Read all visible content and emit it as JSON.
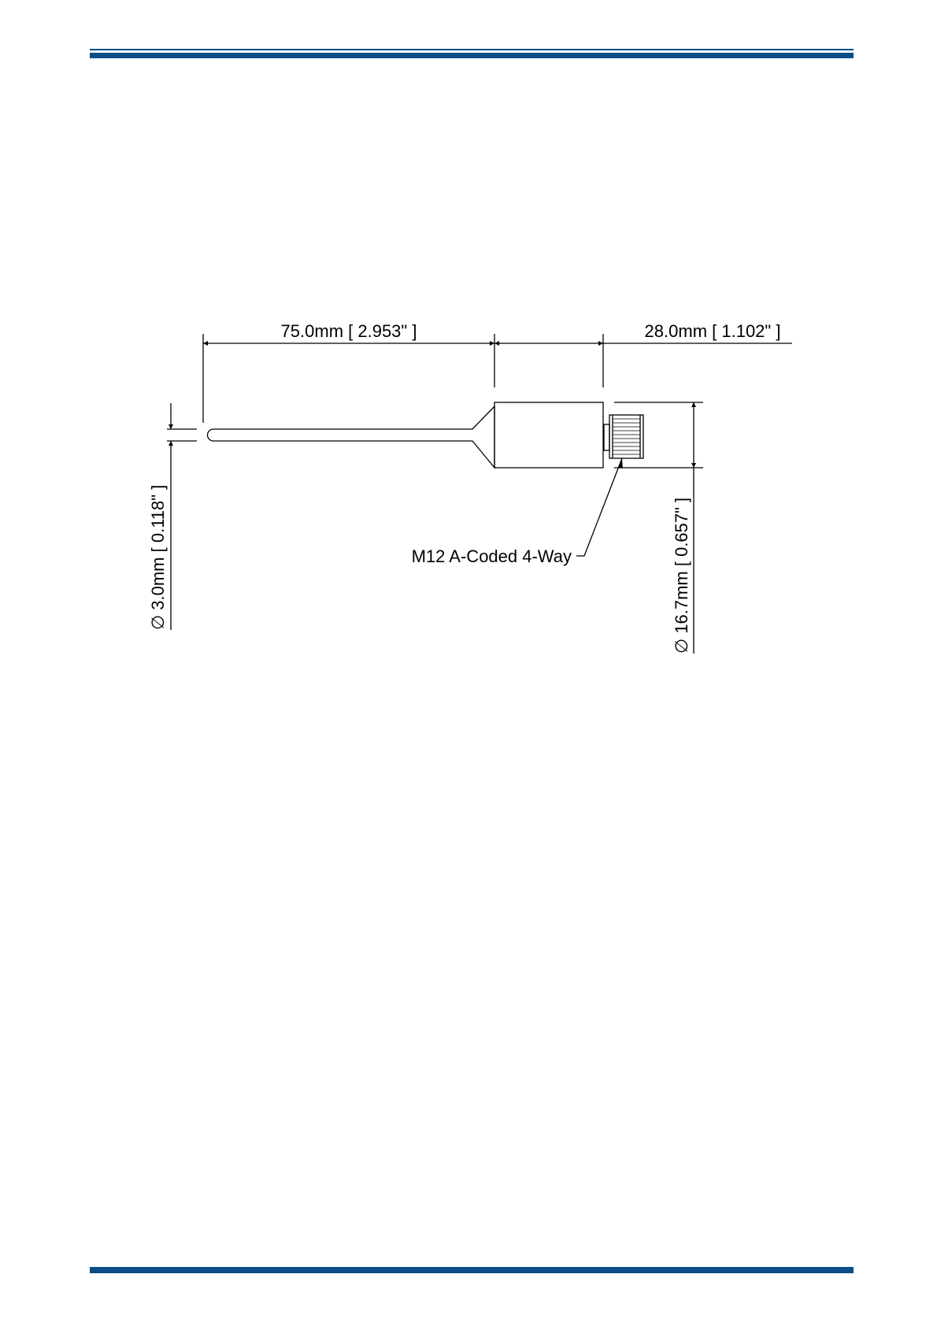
{
  "header": {
    "rule_color": "#0b4d86"
  },
  "footer": {
    "rule_color": "#0b4d86"
  },
  "drawing": {
    "dim_probe_length": "75.0mm [ 2.953\" ]",
    "dim_body_length": "28.0mm [ 1.102\" ]",
    "dim_probe_diameter": "∅ 3.0mm [ 0.118\" ]",
    "dim_body_diameter": "∅ 16.7mm [ 0.657\" ]",
    "connector_label": "M12 A-Coded 4-Way"
  }
}
